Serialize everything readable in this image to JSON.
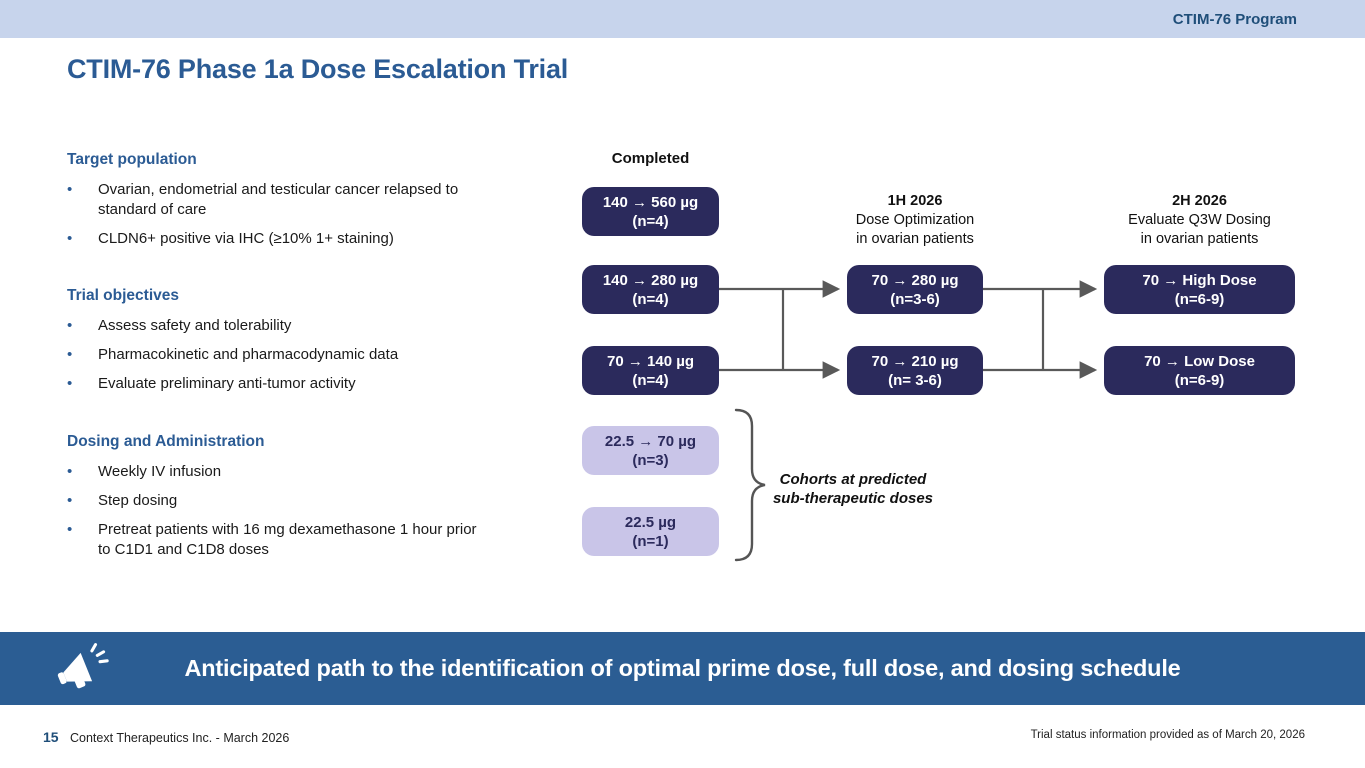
{
  "header": {
    "program_label": "CTIM-76 Program"
  },
  "title": "CTIM-76 Phase 1a Dose Escalation Trial",
  "sections": [
    {
      "heading": "Target population",
      "bullets": [
        "Ovarian, endometrial and testicular cancer relapsed to standard of care",
        "CLDN6+ positive via IHC (≥10% 1+ staining)"
      ]
    },
    {
      "heading": "Trial objectives",
      "bullets": [
        "Assess safety and tolerability",
        "Pharmacokinetic and pharmacodynamic data",
        "Evaluate preliminary anti-tumor activity"
      ]
    },
    {
      "heading": "Dosing and Administration",
      "bullets": [
        "Weekly IV infusion",
        "Step dosing",
        "Pretreat patients with 16 mg dexamethasone 1 hour prior to C1D1 and C1D8 doses"
      ]
    }
  ],
  "diagram": {
    "completed_label": "Completed",
    "column_headers": [
      {
        "line1": "1H 2026",
        "line2": "Dose Optimization",
        "line3": "in ovarian patients"
      },
      {
        "line1": "2H 2026",
        "line2": "Evaluate Q3W Dosing",
        "line3": "in ovarian patients"
      }
    ],
    "cohorts": {
      "completed": [
        {
          "dose": "140 → 560 µg",
          "n": "(n=4)"
        },
        {
          "dose": "140 → 280 µg",
          "n": "(n=4)"
        },
        {
          "dose": "70 → 140 µg",
          "n": "(n=4)"
        }
      ],
      "subtherapeutic": [
        {
          "dose": "22.5 → 70 µg",
          "n": "(n=3)"
        },
        {
          "dose": "22.5 µg",
          "n": "(n=1)"
        }
      ],
      "optimization": [
        {
          "dose": "70 → 280 µg",
          "n": "(n=3-6)"
        },
        {
          "dose": "70 → 210 µg",
          "n": "(n= 3-6)"
        }
      ],
      "q3w": [
        {
          "dose": "70 → High Dose",
          "n": "(n=6-9)"
        },
        {
          "dose": "70 → Low Dose",
          "n": "(n=6-9)"
        }
      ]
    },
    "brace_note_line1": "Cohorts at predicted",
    "brace_note_line2": "sub-therapeutic doses"
  },
  "banner": {
    "text": "Anticipated path to the identification of optimal prime dose, full dose, and dosing schedule"
  },
  "footer": {
    "page_number": "15",
    "company": "Context Therapeutics Inc. - March 2026",
    "note": "Trial status information provided as of March 20, 2026"
  },
  "colors": {
    "topbar": "#c7d4ec",
    "navy_box": "#2b2a5c",
    "lavender_box": "#c9c5e8",
    "banner_blue": "#2b5d93",
    "heading_blue": "#2b5b94",
    "connector_gray": "#595959"
  }
}
